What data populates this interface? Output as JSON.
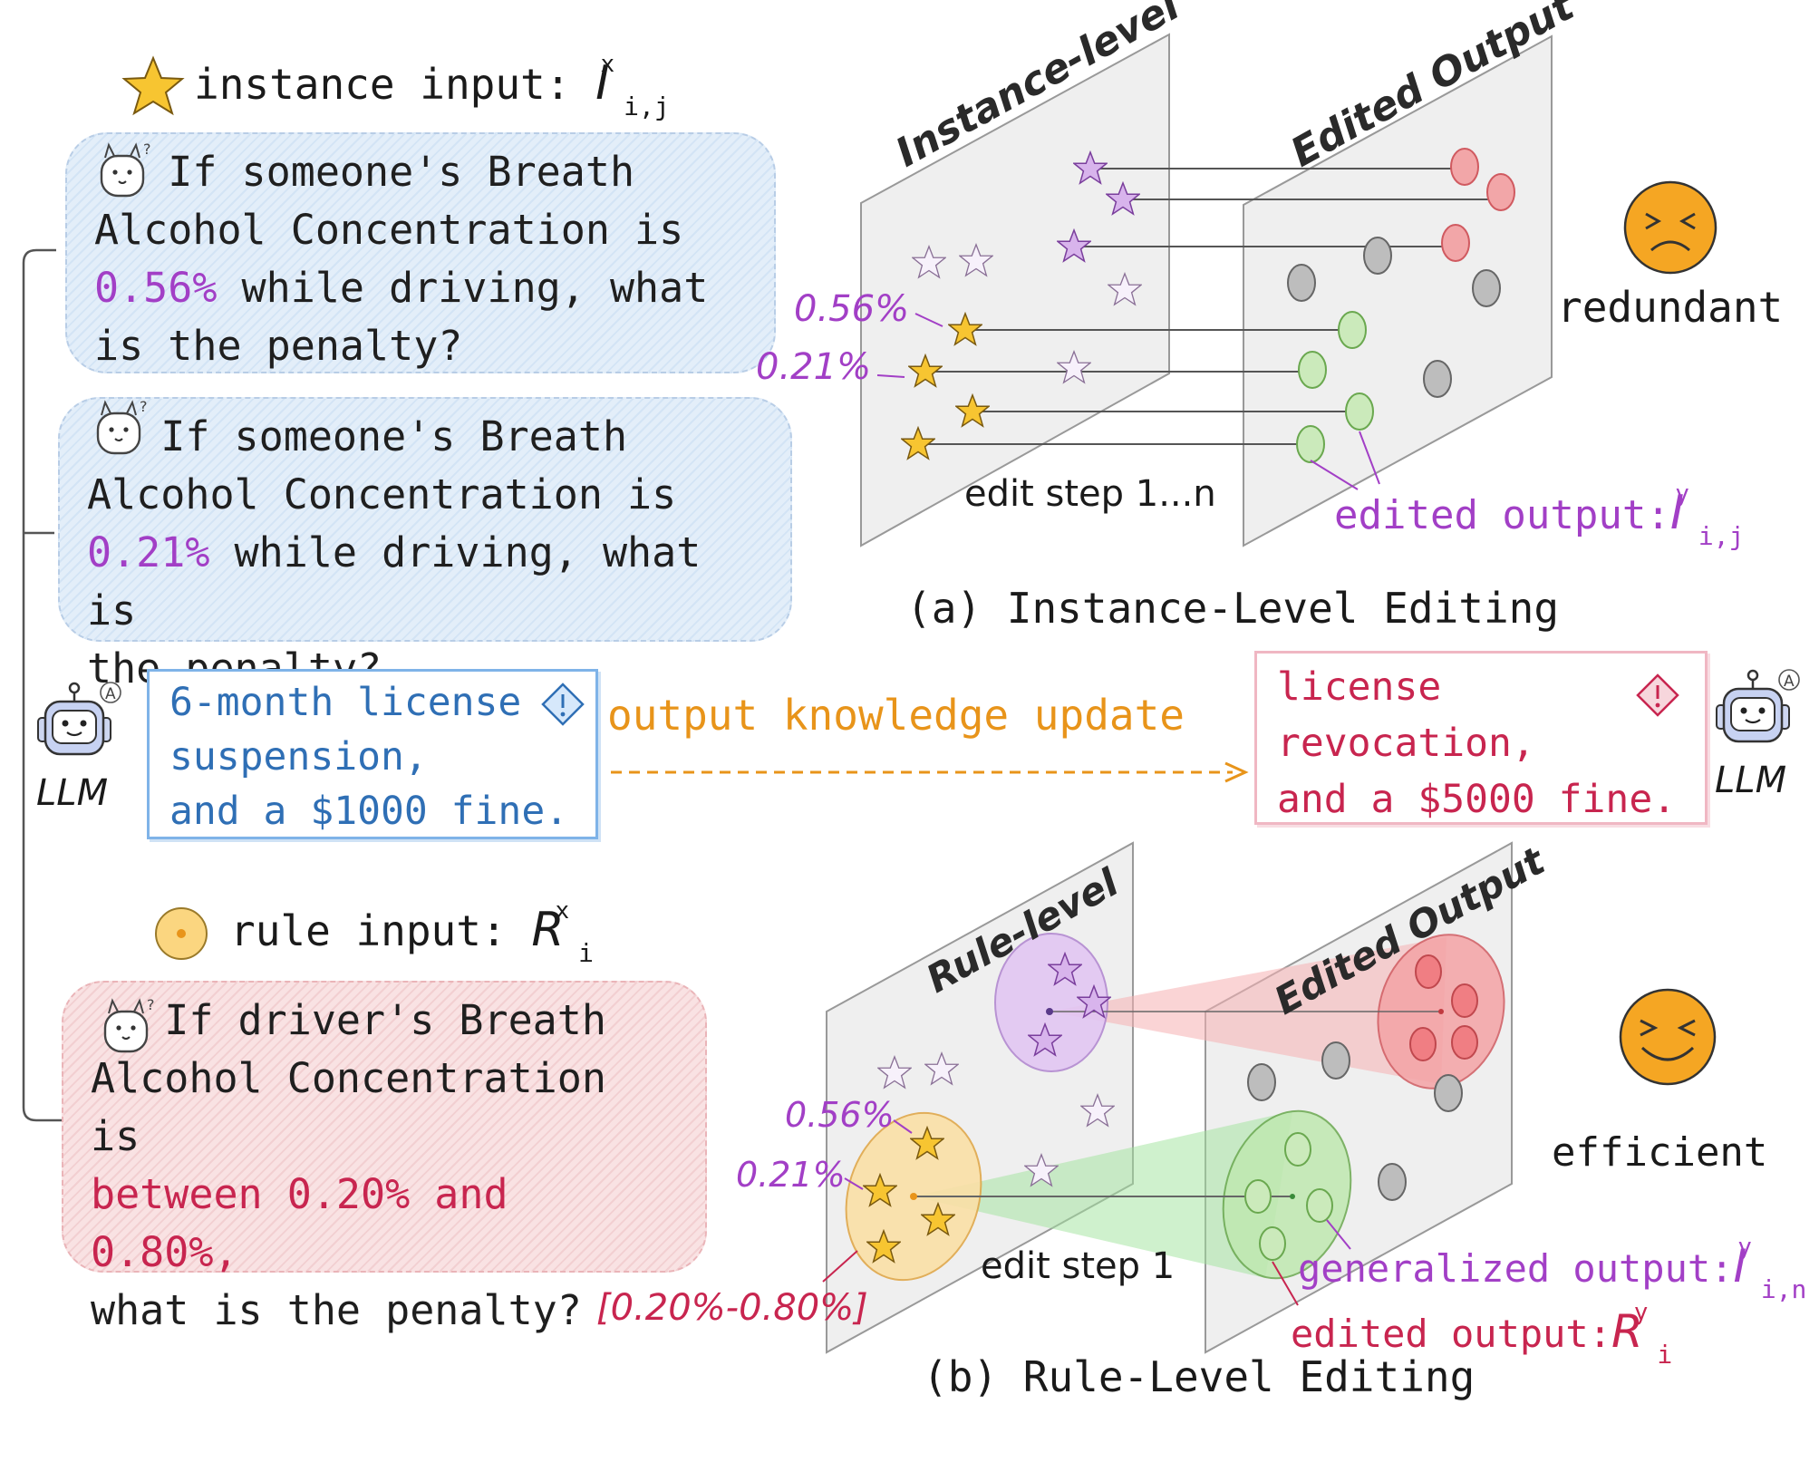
{
  "instance_header": {
    "label": "instance input:",
    "symbol": "I",
    "sup": "x",
    "sub": "i,j"
  },
  "question_1": {
    "pre": "   If someone's Breath\nAlcohol Concentration is\n",
    "hl": "0.56%",
    "post": " while driving, what\nis the penalty?"
  },
  "question_2": {
    "pre": "   If someone's Breath\nAlcohol Concentration is\n",
    "hl": "0.21%",
    "post": " while driving, what is\nthe penalty?"
  },
  "llm_label": "LLM",
  "old_answer": "6-month license\nsuspension,\nand a $1000 fine.",
  "new_answer": "license\nrevocation,\nand a $5000 fine.",
  "arrow_label": "output knowledge update",
  "rule_header": {
    "label": "rule input:",
    "symbol": "R",
    "sup": "x",
    "sub": "i"
  },
  "rule_question": {
    "pre": "   If driver's Breath\nAlcohol Concentration is\n",
    "hl": "between 0.20% and 0.80%,",
    "post": "\nwhat is the penalty?"
  },
  "panel_a": {
    "left_plane": "Instance-level",
    "right_plane": "Edited Output",
    "val_1": "0.56%",
    "val_2": "0.21%",
    "step_label": "edit step 1...n",
    "output_label": "edited output:",
    "output_symbol": "I",
    "output_sup": "y",
    "output_sub": "i,j",
    "verdict": "redundant",
    "caption": "(a) Instance-Level Editing"
  },
  "panel_b": {
    "left_plane": "Rule-level",
    "right_plane": "Edited Output",
    "val_1": "0.56%",
    "val_2": "0.21%",
    "range_label": "[0.20%-0.80%]",
    "step_label": "edit step 1",
    "gen_label": "generalized output:",
    "gen_symbol": "I",
    "gen_sup": "y",
    "gen_sub": "i,n",
    "edit_label": "edited output:",
    "edit_symbol": "R",
    "edit_sup": "y",
    "edit_sub": "i",
    "verdict": "efficient",
    "caption": "(b) Rule-Level Editing"
  },
  "colors": {
    "blue": "#2f6fb5",
    "crimson": "#c8254f",
    "purple": "#a23fc6",
    "orange": "#e8941a",
    "face": "#f5a623"
  }
}
